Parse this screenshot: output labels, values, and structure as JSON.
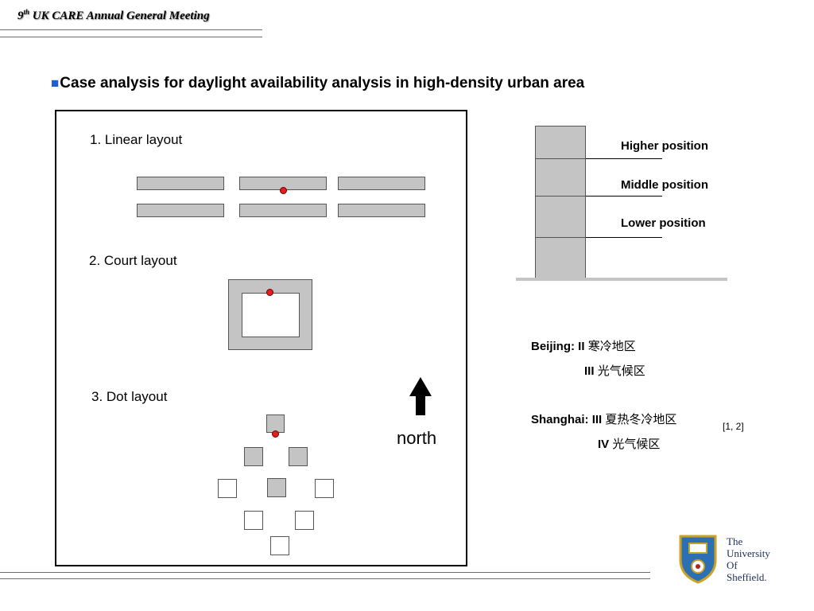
{
  "header": {
    "ordinal": "9",
    "ordinal_suffix": "th",
    "title_rest": " UK CARE Annual General Meeting"
  },
  "slide": {
    "bullet": "■",
    "heading": "Case analysis for daylight availability analysis in high-density urban area"
  },
  "layouts": {
    "linear_label": "1. Linear layout",
    "court_label": "2. Court layout",
    "dot_label": "3. Dot layout"
  },
  "north": {
    "label": "north"
  },
  "building_positions": {
    "higher": "Higher position",
    "middle": "Middle position",
    "lower": "Lower position"
  },
  "climate": {
    "beijing_city": "Beijing:",
    "beijing_zone1_num": "II",
    "beijing_zone1_cn": "寒冷地区",
    "beijing_zone2_num": "III",
    "beijing_zone2_cn": "光气候区",
    "shanghai_city": "Shanghai:",
    "shanghai_zone1_num": "III",
    "shanghai_zone1_cn": "夏热冬冷地区",
    "shanghai_zone2_num": "IV",
    "shanghai_zone2_cn": "光气候区",
    "reference": "[1, 2]"
  },
  "logo": {
    "line1": "The",
    "line2": "University",
    "line3": "Of",
    "line4": "Sheffield."
  }
}
